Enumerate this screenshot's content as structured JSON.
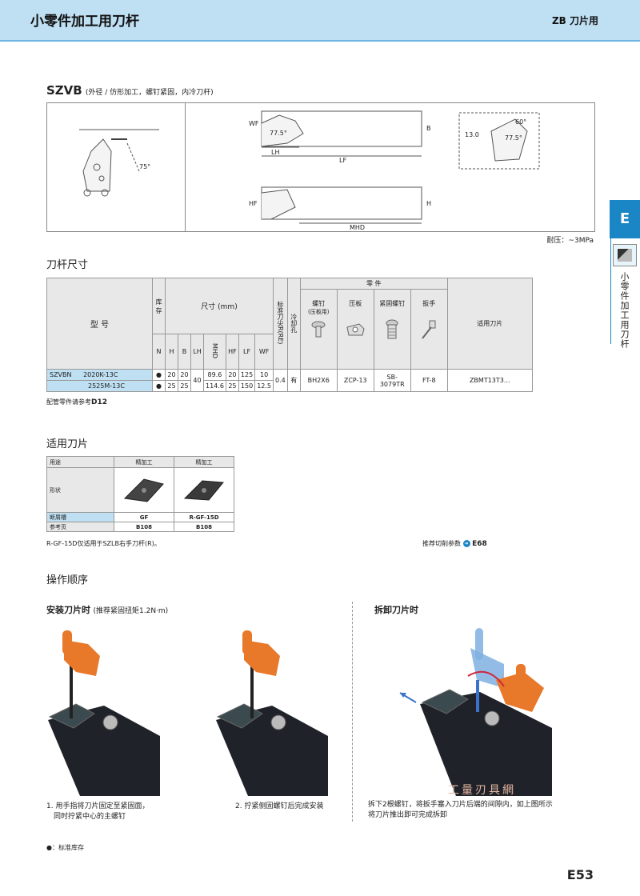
{
  "header": {
    "title": "小零件加工用刀杆",
    "right": "ZB 刀片用"
  },
  "side": {
    "letter": "E",
    "text": "小零件加工用刀杆"
  },
  "model": {
    "code": "SZVB",
    "desc": "(外径 / 仿形加工，螺钉紧固，内冷刀杆)"
  },
  "diagram": {
    "angle1": "75°",
    "labels": {
      "wf": "WF",
      "b": "B",
      "lh": "LH",
      "lf": "LF",
      "hf": "HF",
      "h": "H",
      "mhd": "MHD",
      "d1": "77.5°",
      "d2": "60°",
      "d3": "13.0",
      "d4": "77.5°"
    }
  },
  "pressure": "耐压：~3MPa",
  "spec": {
    "section": "刀杆尺寸",
    "col_model": "型 号",
    "col_stock": "库存",
    "col_dims": "尺寸 (mm)",
    "col_re": "标准刀尖R(RE)",
    "col_cool": "冷却孔",
    "col_parts": "零 件",
    "col_screw": "螺钉",
    "col_screw_sub": "(压板用)",
    "col_clamp": "压板",
    "col_tscrew": "紧固螺钉",
    "col_wrench": "扳手",
    "col_insert": "适用刀片",
    "dims": [
      "N",
      "H",
      "B",
      "LH",
      "MHD",
      "HF",
      "LF",
      "WF"
    ],
    "prefix": "SZVBN",
    "rows": [
      {
        "model": "2020K-13C",
        "stock": "●",
        "H": "20",
        "B": "20",
        "MHD": "89.6",
        "HF": "20",
        "LF": "125",
        "WF": "10"
      },
      {
        "model": "2525M-13C",
        "stock": "●",
        "H": "25",
        "B": "25",
        "MHD": "114.6",
        "HF": "25",
        "LF": "150",
        "WF": "12.5"
      }
    ],
    "lh": "40",
    "re": "0.4",
    "cool": "有",
    "screw": "BH2X6",
    "clamp": "ZCP-13",
    "tscrew": "SB-3079TR",
    "wrench": "FT-8",
    "insert": "ZBMT13T3...",
    "note_text": "配管零件请参考",
    "note_ref": "D12"
  },
  "inserts": {
    "section": "适用刀片",
    "row_use": "用途",
    "row_shape": "形状",
    "row_cb": "断屑槽",
    "row_page": "参考页",
    "cols": [
      {
        "use": "精加工",
        "cb": "GF",
        "page": "B108"
      },
      {
        "use": "精加工",
        "cb": "R-GF-15D",
        "page": "B108"
      }
    ],
    "note": "R-GF-15D仅适用于SZLB右手刀杆(R)。",
    "recommend_text": "推荐切削参数",
    "recommend_ref": "E68"
  },
  "operation": {
    "section": "操作顺序",
    "install_title": "安装刀片时",
    "install_sub": "(推荐紧固扭矩1.2N·m)",
    "remove_title": "拆卸刀片时",
    "step1_l1": "1. 用手指将刀片固定至紧固面，",
    "step1_l2": "同时拧紧中心的主螺钉",
    "step2": "2. 拧紧侧固螺钉后完成安装",
    "step3_l1": "拆下2根螺钉，将扳手塞入刀片后端的间隙内，如上图所示",
    "step3_l2": "将刀片推出即可完成拆卸",
    "watermark": "工量刃具網"
  },
  "legend": "●：标准库存",
  "page": "E53",
  "colors": {
    "accent": "#1a86c6",
    "header_bg": "#bfe0f3",
    "wrench": "#e8782a",
    "wrench_blue": "#7fb0e0"
  }
}
